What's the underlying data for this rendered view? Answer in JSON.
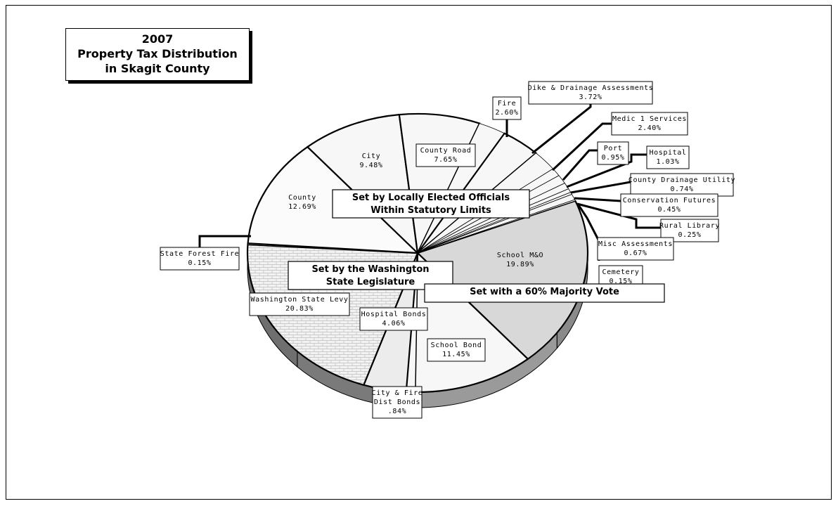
{
  "chart_data": {
    "type": "pie",
    "title_lines": [
      "2007",
      "Property Tax Distribution",
      "in Skagit County"
    ],
    "slices": [
      {
        "label": "School M&O",
        "value_label": "19.89%",
        "value": 19.89,
        "fill": "#d8d8d8"
      },
      {
        "label": "School Bond",
        "value_label": "11.45%",
        "value": 11.45,
        "fill": "#f7f7f7"
      },
      {
        "label": "City & Fire Dist Bonds",
        "value_label": ".84%",
        "value": 0.84,
        "fill": "#f7f7f7"
      },
      {
        "label": "Hospital Bonds",
        "value_label": "4.06%",
        "value": 4.06,
        "fill": "#ececec"
      },
      {
        "label": "Washington State Levy",
        "value_label": "20.83%",
        "value": 20.83,
        "fill": "#efefef",
        "pattern": "brick"
      },
      {
        "label": "State Forest Fire",
        "value_label": "0.15%",
        "value": 0.15,
        "fill": "#d0d0d0"
      },
      {
        "label": "County",
        "value_label": "12.69%",
        "value": 12.69,
        "fill": "#fbfbfb"
      },
      {
        "label": "City",
        "value_label": "9.48%",
        "value": 9.48,
        "fill": "#f7f7f7"
      },
      {
        "label": "County Road",
        "value_label": "7.65%",
        "value": 7.65,
        "fill": "#f7f7f7"
      },
      {
        "label": "Fire",
        "value_label": "2.60%",
        "value": 2.6,
        "fill": "#f7f7f7"
      },
      {
        "label": "Dike & Drainage Assessments",
        "value_label": "3.72%",
        "value": 3.72,
        "fill": "#f7f7f7"
      },
      {
        "label": "Medic 1 Services",
        "value_label": "2.40%",
        "value": 2.4,
        "fill": "#f7f7f7"
      },
      {
        "label": "Port",
        "value_label": "0.95%",
        "value": 0.95,
        "fill": "#f7f7f7"
      },
      {
        "label": "Hospital",
        "value_label": "1.03%",
        "value": 1.03,
        "fill": "#f7f7f7"
      },
      {
        "label": "County Drainage Utility",
        "value_label": "0.74%",
        "value": 0.74,
        "fill": "#f7f7f7"
      },
      {
        "label": "Conservation Futures",
        "value_label": "0.45%",
        "value": 0.45,
        "fill": "#f7f7f7"
      },
      {
        "label": "Rural Library",
        "value_label": "0.25%",
        "value": 0.25,
        "fill": "#f7f7f7"
      },
      {
        "label": "Misc Assessments",
        "value_label": "0.67%",
        "value": 0.67,
        "fill": "#f7f7f7"
      },
      {
        "label": "Cemetery",
        "value_label": "0.15%",
        "value": 0.15,
        "fill": "#f7f7f7"
      }
    ],
    "group_labels": [
      {
        "lines": [
          "Set by Locally  Elected Officials",
          "Within Statutory Limits"
        ]
      },
      {
        "lines": [
          "Set by the Washington",
          "State Legislature"
        ]
      },
      {
        "lines": [
          "Set with a 60% Majority Vote"
        ]
      }
    ],
    "legend": "none"
  }
}
